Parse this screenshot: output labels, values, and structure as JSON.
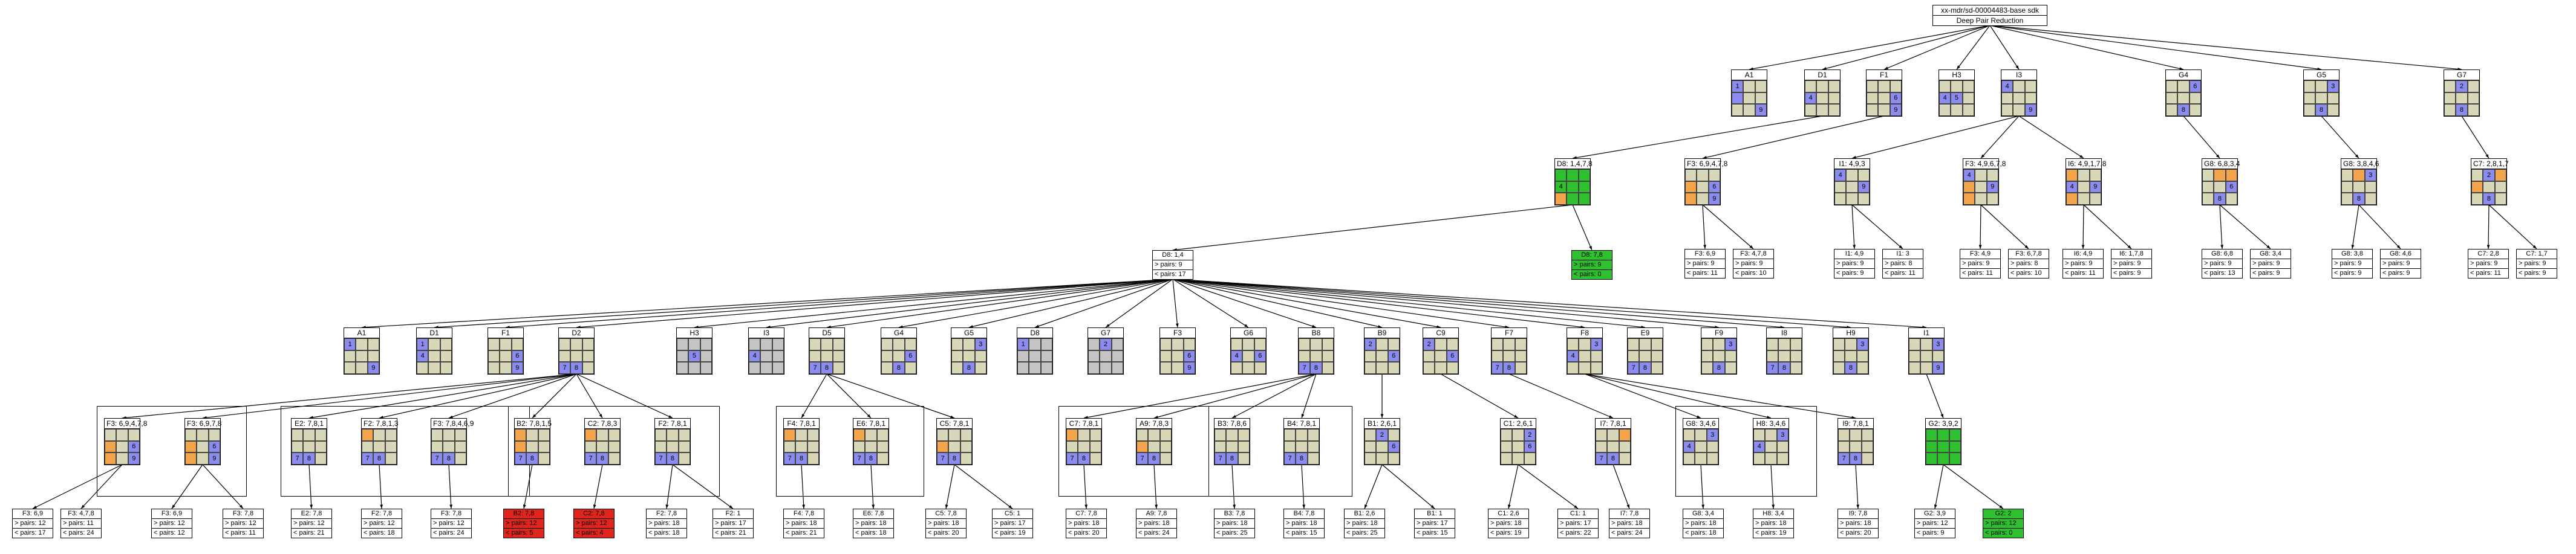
{
  "root": {
    "line1": "xx-mdr/sd-00004483-base sdk",
    "line2": "Deep Pair Reduction"
  },
  "labels": {
    "A1": "A1",
    "D1": "D1",
    "F1": "F1",
    "H3": "H3",
    "I3": "I3",
    "G4": "G4",
    "G5": "G5",
    "G7": "G7",
    "D8_14789": "D8: 1,4,7,8",
    "F3_69478": "F3: 6,9,4,7,8",
    "I1_493": "I1: 4,9,3",
    "F3_49678": "F3: 4,9,6,7,8",
    "I6_49178": "I6: 4,9,1,7,8",
    "G8_6834": "G8: 6,8,3,4",
    "G8_3846": "G8: 3,8,4,6",
    "C7_2817": "C7: 2,8,1,7",
    "D8_78": "D8: 7,8",
    "D8_14": "D8: 1,4",
    "D2": "D2",
    "D5": "D5",
    "D8": "D8",
    "F3": "F3",
    "G6": "G6",
    "B8": "B8",
    "B9": "B9",
    "C9": "C9",
    "F7": "F7",
    "F8": "F8",
    "E9": "E9",
    "F9": "F9",
    "I8": "I8",
    "H9": "H9",
    "I1": "I1",
    "F3_69478b": "F3: 6,9,4,7,8",
    "F3_6978": "F3: 6,9,7,8",
    "E2_781": "E2: 7,8,1",
    "F2_7813": "F2: 7,8,1,3",
    "F3_78469": "F3: 7,8,4,6,9",
    "B2_78135": "B2: 7,8,1,5",
    "C2_783": "C2: 7,8,3",
    "F2_781": "F2: 7,8,1",
    "F4_781": "F4: 7,8,1",
    "E6_781": "E6: 7,8,1",
    "C5_781": "C5: 7,8,1",
    "C7_781": "C7: 7,8,1",
    "A9_783": "A9: 7,8,3",
    "B3_786": "B3: 7,8,6",
    "B4_781": "B4: 7,8,1",
    "B1_261": "B1: 2,6,1",
    "C1_261": "C1: 2,6,1",
    "I7_781": "I7: 7,8,1",
    "G8_346": "G8: 3,4,6",
    "H8_346": "H8: 3,4,6",
    "I9_781": "I9: 7,8,1",
    "G2_392": "G2: 3,9,2"
  },
  "leaves": {
    "F3_69_a": [
      "F3: 6,9",
      "> pairs: 9",
      "< pairs: 11"
    ],
    "F3_478_a": [
      "F3: 4,7,8",
      "> pairs: 9",
      "< pairs: 10"
    ],
    "I1_49": [
      "I1: 4,9",
      "> pairs: 9",
      "< pairs: 9"
    ],
    "I1_3": [
      "I1: 3",
      "> pairs: 8",
      "< pairs: 11"
    ],
    "F3_49": [
      "F3: 4,9",
      "> pairs: 9",
      "< pairs: 11"
    ],
    "F3_678": [
      "F3: 6,7,8",
      "> pairs: 8",
      "< pairs: 10"
    ],
    "I6_49": [
      "I6: 4,9",
      "> pairs: 9",
      "< pairs: 11"
    ],
    "I6_178": [
      "I6: 1,7,8",
      "> pairs: 9",
      "< pairs: 9"
    ],
    "G8_68": [
      "G8: 6,8",
      "> pairs: 9",
      "< pairs: 13"
    ],
    "G8_34": [
      "G8: 3,4",
      "> pairs: 9",
      "< pairs: 9"
    ],
    "G8_38": [
      "G8: 3,8",
      "> pairs: 9",
      "< pairs: 9"
    ],
    "G8_46": [
      "G8: 4,6",
      "> pairs: 9",
      "< pairs: 9"
    ],
    "C7_28": [
      "C7: 2,8",
      "> pairs: 9",
      "< pairs: 11"
    ],
    "C7_17": [
      "C7: 1,7",
      "> pairs: 9",
      "< pairs: 9"
    ],
    "D8_78": [
      "D8: 7,8",
      "> pairs: 9",
      "< pairs: 0"
    ],
    "D8_14": [
      "D8: 1,4",
      "> pairs: 9",
      "< pairs: 17"
    ],
    "F3_69_b": [
      "F3: 6,9",
      "> pairs: 12",
      "< pairs: 17"
    ],
    "F3_478_b": [
      "F3: 4,7,8",
      "> pairs: 11",
      "< pairs: 24"
    ],
    "F3_69_c": [
      "F3: 6,9",
      "> pairs: 12",
      "< pairs: 12"
    ],
    "F3_78": [
      "F3: 7,8",
      "> pairs: 12",
      "< pairs: 11"
    ],
    "E2_78": [
      "E2: 7,8",
      "> pairs: 12",
      "< pairs: 21"
    ],
    "F2_78_a": [
      "F2: 7,8",
      "> pairs: 12",
      "< pairs: 18"
    ],
    "F3_78_b": [
      "F3: 7,8",
      "> pairs: 12",
      "< pairs: 24"
    ],
    "B2_78": [
      "B2: 7,8",
      "> pairs: 12",
      "< pairs: 5"
    ],
    "C2_78": [
      "C2: 7,8",
      "> pairs: 12",
      "< pairs: 4"
    ],
    "F2_78_b": [
      "F2: 7,8",
      "> pairs: 18",
      "< pairs: 18"
    ],
    "F2_1": [
      "F2: 1",
      "> pairs: 17",
      "< pairs: 21"
    ],
    "F4_78": [
      "F4: 7,8",
      "> pairs: 18",
      "< pairs: 21"
    ],
    "E6_78": [
      "E6: 7,8",
      "> pairs: 18",
      "< pairs: 18"
    ],
    "C5_78": [
      "C5: 7,8",
      "> pairs: 18",
      "< pairs: 20"
    ],
    "C5_1": [
      "C5: 1",
      "> pairs: 17",
      "< pairs: 19"
    ],
    "C7_78": [
      "C7: 7,8",
      "> pairs: 18",
      "< pairs: 20"
    ],
    "A9_78": [
      "A9: 7,8",
      "> pairs: 18",
      "< pairs: 24"
    ],
    "B3_78": [
      "B3: 7,8",
      "> pairs: 18",
      "< pairs: 25"
    ],
    "B4_78": [
      "B4: 7,8",
      "> pairs: 18",
      "< pairs: 15"
    ],
    "B1_26": [
      "B1: 2,6",
      "> pairs: 18",
      "< pairs: 25"
    ],
    "B1_1": [
      "B1: 1",
      "> pairs: 17",
      "< pairs: 15"
    ],
    "C1_26": [
      "C1: 2,6",
      "> pairs: 18",
      "< pairs: 19"
    ],
    "C1_1": [
      "C1: 1",
      "> pairs: 17",
      "< pairs: 22"
    ],
    "I7_78": [
      "I7: 7,8",
      "> pairs: 18",
      "< pairs: 24"
    ],
    "G8_34_b": [
      "G8: 3,4",
      "> pairs: 18",
      "< pairs: 18"
    ],
    "H8_34": [
      "H8: 3,4",
      "> pairs: 18",
      "< pairs: 19"
    ],
    "I9_78": [
      "I9: 7,8",
      "> pairs: 18",
      "< pairs: 20"
    ],
    "G2_39": [
      "G2: 3,9",
      "> pairs: 12",
      "< pairs: 9"
    ],
    "G2_2": [
      "G2: 2",
      "> pairs: 12",
      "< pairs: 0"
    ]
  }
}
